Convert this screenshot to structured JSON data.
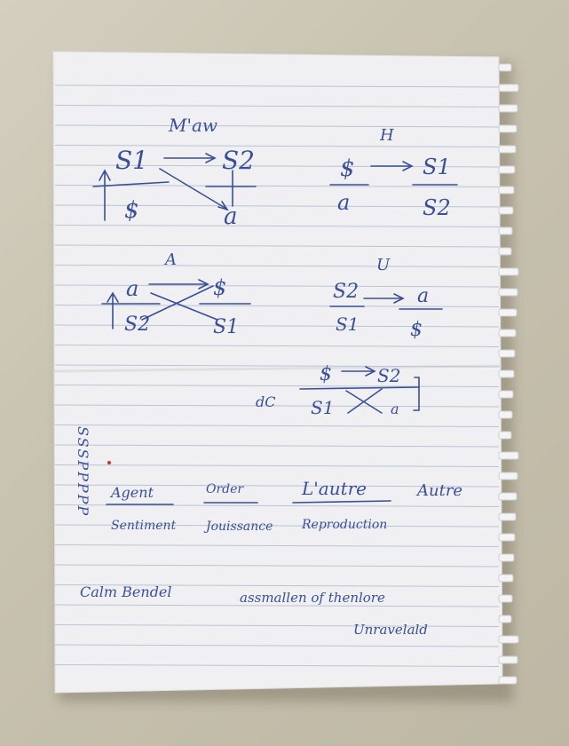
{
  "colors": {
    "table": "#c9c3b2",
    "paper": "#f1f1f3",
    "rule_line": "#b9c4d6",
    "ink": "#3a4f9a"
  },
  "notes": {
    "master": {
      "title": "M'aw",
      "s1": "S1",
      "s2": "S2",
      "barred_s": "$",
      "a": "a"
    },
    "hysteric": {
      "title": "H",
      "barred_s": "$",
      "a": "a",
      "s1": "S1",
      "s2": "S2"
    },
    "analyst": {
      "title": "A",
      "a": "a",
      "barred_s": "$",
      "s2": "S2",
      "s1": "S1"
    },
    "university": {
      "title": "U",
      "s2": "S2",
      "a": "a",
      "s1": "S1",
      "barred_s": "$"
    },
    "capitalist": {
      "prefix": "dC",
      "barred_s": "$",
      "s2": "S2",
      "s1": "S1",
      "a": "a"
    },
    "labels": {
      "agent": "Agent",
      "order": "Order",
      "autre": "L'autre",
      "autre2": "Autre",
      "sentiment": "Sentiment",
      "jouissance": "Jouissance",
      "reproduction": "Reproduction"
    },
    "footer": {
      "left": "Calm Bendel",
      "right1": "assmallen of thenlore",
      "right2": "Unravelald"
    },
    "margin": "SSSPPPPP"
  }
}
